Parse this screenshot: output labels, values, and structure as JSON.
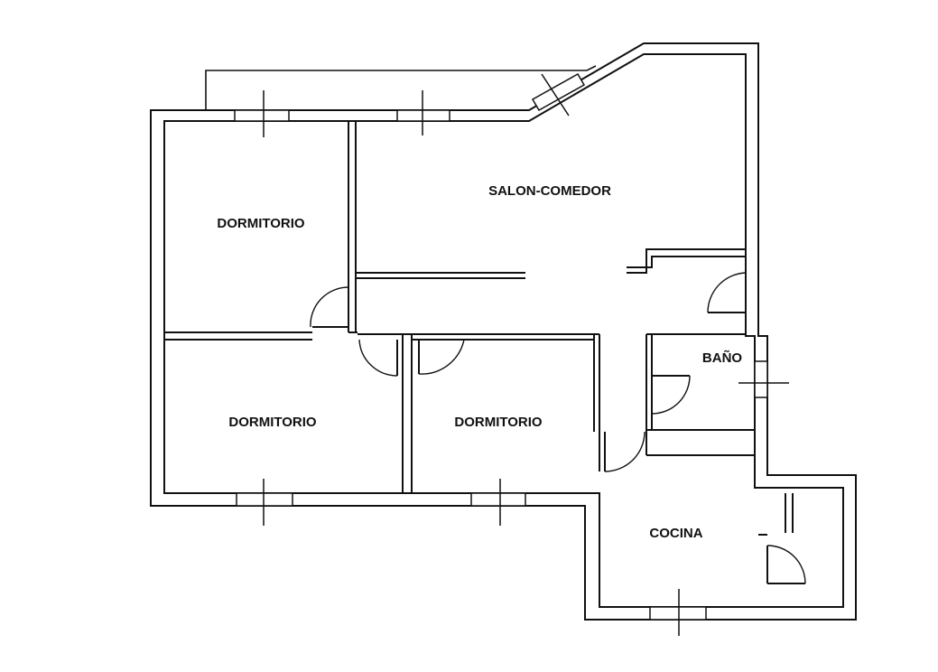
{
  "floor_plan": {
    "rooms": [
      {
        "id": "salon",
        "label": "SALON-COMEDOR"
      },
      {
        "id": "dorm1",
        "label": "DORMITORIO"
      },
      {
        "id": "dorm2",
        "label": "DORMITORIO"
      },
      {
        "id": "dorm3",
        "label": "DORMITORIO"
      },
      {
        "id": "bano",
        "label": "BAÑO"
      },
      {
        "id": "cocina",
        "label": "COCINA"
      }
    ],
    "colors": {
      "line": "#111111",
      "background": "#ffffff"
    }
  }
}
